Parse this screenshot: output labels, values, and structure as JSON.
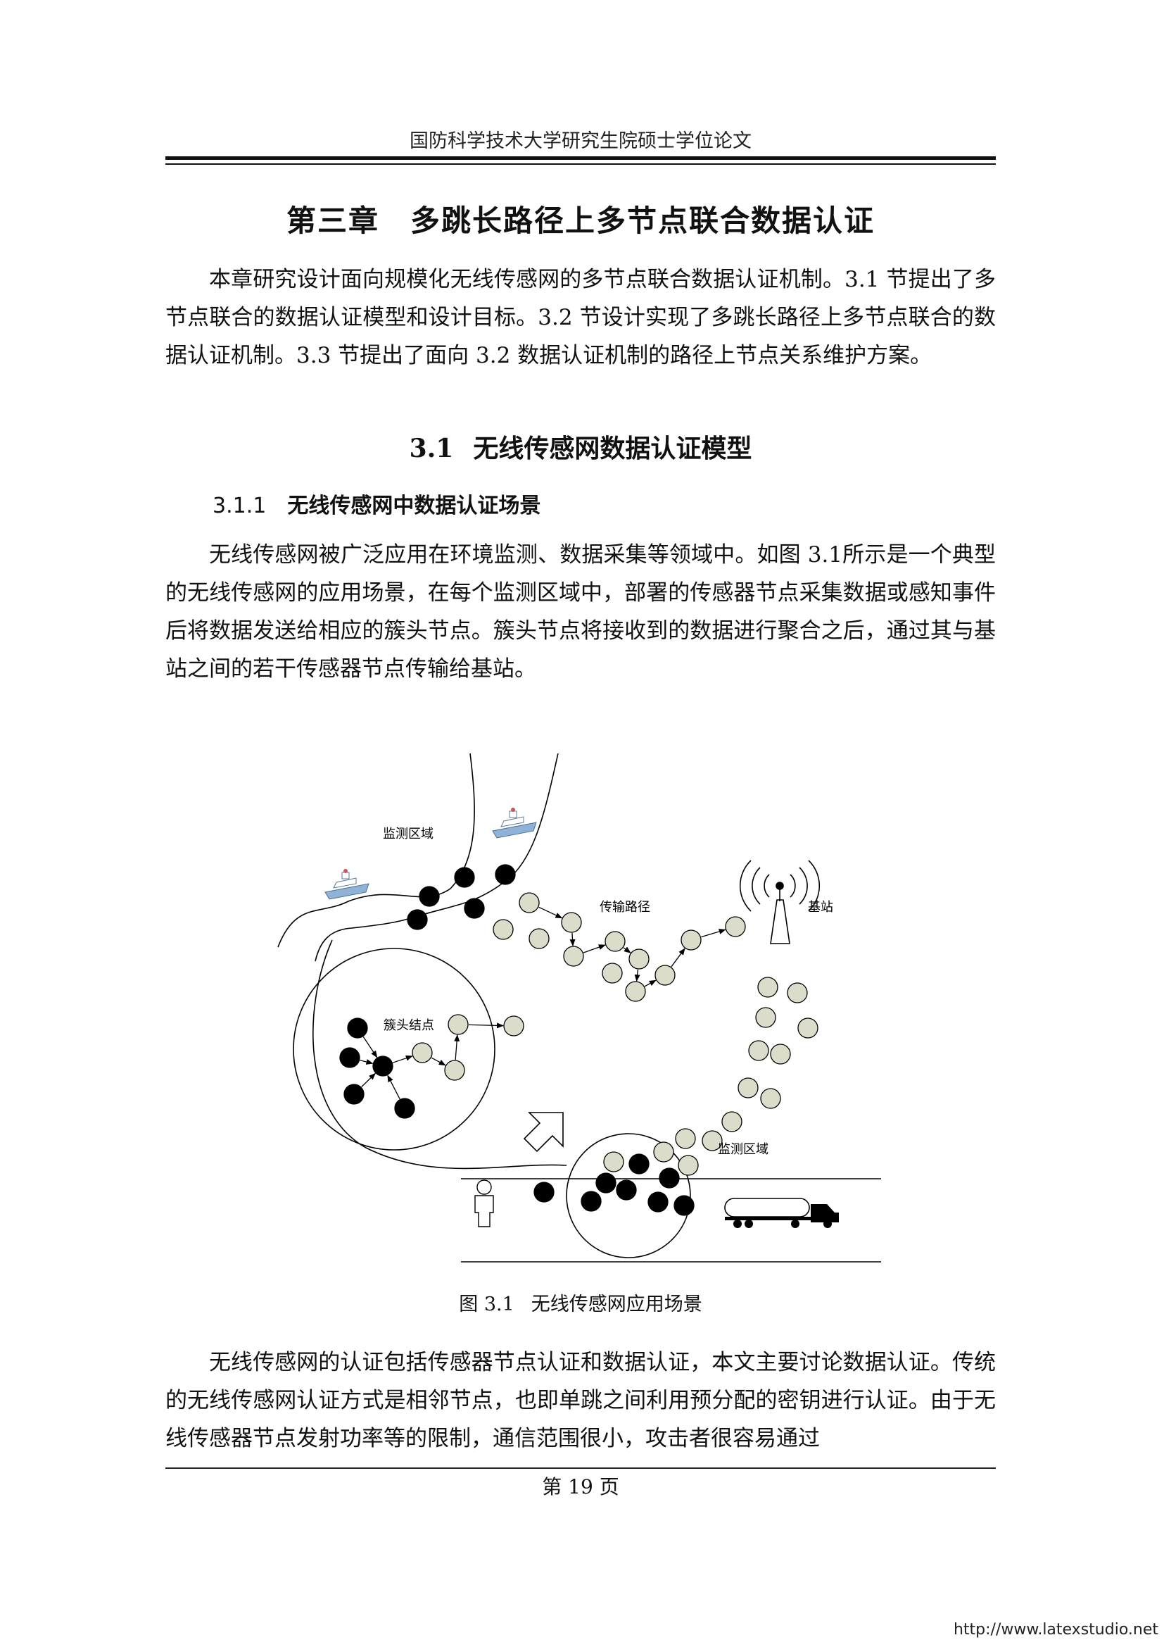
{
  "header": {
    "running_head": "国防科学技术大学研究生院硕士学位论文"
  },
  "chapter": {
    "title": "第三章　多跳长路径上多节点联合数据认证"
  },
  "intro": {
    "text": "本章研究设计面向规模化无线传感网的多节点联合数据认证机制。3.1 节提出了多节点联合的数据认证模型和设计目标。3.2 节设计实现了多跳长路径上多节点联合的数据认证机制。3.3 节提出了面向 3.2 数据认证机制的路径上节点关系维护方案。"
  },
  "section": {
    "number": "3.1",
    "title": "无线传感网数据认证模型"
  },
  "subsection": {
    "number": "3.1.1",
    "title": "无线传感网中数据认证场景"
  },
  "para1": {
    "text": "无线传感网被广泛应用在环境监测、数据采集等领域中。如图 3.1所示是一个典型的无线传感网的应用场景，在每个监测区域中，部署的传感器节点采集数据或感知事件后将数据发送给相应的簇头节点。簇头节点将接收到的数据进行聚合之后，通过其与基站之间的若干传感器节点传输给基站。"
  },
  "figure": {
    "labels": {
      "monitor_top": "监测区域",
      "path": "传输路径",
      "station": "基站",
      "cluster": "簇头结点",
      "monitor_bottom": "监测区域"
    },
    "caption_number": "图 3.1",
    "caption_title": "无线传感网应用场景",
    "colors": {
      "relay_node": "#dcdccb",
      "sensor_node": "#000000",
      "ship": "#a9c4df"
    },
    "icons": [
      "ship-icon",
      "antenna-tower-icon",
      "person-icon",
      "tanker-truck-icon",
      "arrow-icon"
    ]
  },
  "para2": {
    "text": "无线传感网的认证包括传感器节点认证和数据认证，本文主要讨论数据认证。传统的无线传感网认证方式是相邻节点，也即单跳之间利用预分配的密钥进行认证。由于无线传感器节点发射功率等的限制，通信范围很小，攻击者很容易通过"
  },
  "footer": {
    "page": "第 19 页",
    "watermark": "http://www.latexstudio.net"
  }
}
